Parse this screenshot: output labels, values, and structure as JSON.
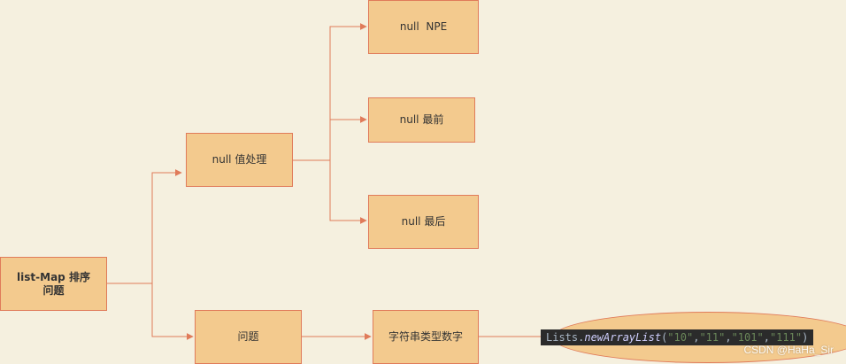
{
  "colors": {
    "background": "#f5f0df",
    "node_fill": "#f3ca8e",
    "stroke": "#e07b5a"
  },
  "nodes": {
    "root": "list-Map 排序\n问题",
    "null_handling": "null 值处理",
    "null_npe": "null  NPE",
    "null_first": "null 最前",
    "null_last": "null 最后",
    "problem": "问题",
    "string_number": "字符串类型数字"
  },
  "code": {
    "obj": "Lists.",
    "fn": "newArrayList",
    "open": "(",
    "args": [
      "\"10\"",
      "\"11\"",
      "\"101\"",
      "\"111\""
    ],
    "close": ")"
  },
  "watermark": "CSDN @HaHa_Sir"
}
